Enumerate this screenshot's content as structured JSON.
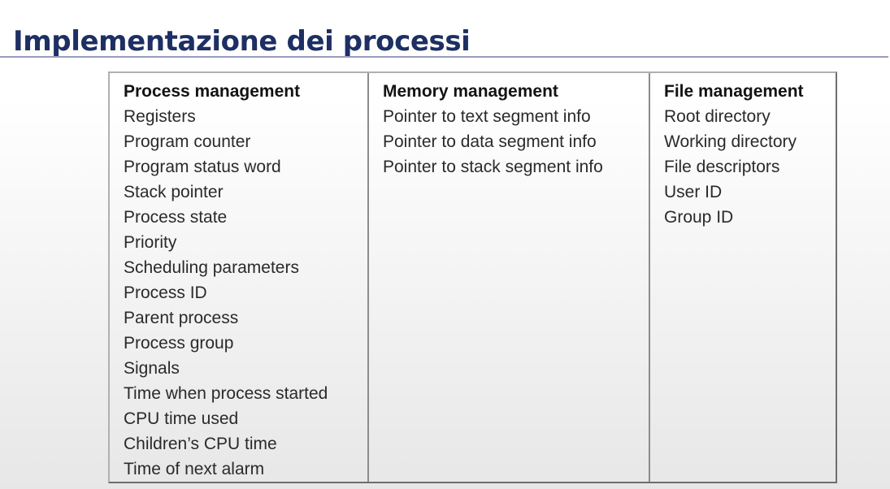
{
  "slide": {
    "title": "Implementazione dei processi"
  },
  "table": {
    "columns": [
      {
        "id": "process-management",
        "header": "Process management",
        "items": [
          "Registers",
          "Program counter",
          "Program status word",
          "Stack pointer",
          "Process state",
          "Priority",
          "Scheduling parameters",
          "Process ID",
          "Parent process",
          "Process group",
          "Signals",
          "Time when process started",
          "CPU time used",
          "Children’s CPU time",
          "Time of next alarm"
        ]
      },
      {
        "id": "memory-management",
        "header": "Memory management",
        "items": [
          "Pointer to text segment info",
          "Pointer to data segment info",
          "Pointer to stack segment info"
        ]
      },
      {
        "id": "file-management",
        "header": "File management",
        "items": [
          "Root directory",
          "Working directory",
          "File descriptors",
          "User ID",
          "Group ID"
        ]
      }
    ]
  },
  "colors": {
    "title": "#1d2f63",
    "title_rule": "#9a9cbd",
    "table_border": "#8c8c8c",
    "text": "#2a2a2a"
  }
}
